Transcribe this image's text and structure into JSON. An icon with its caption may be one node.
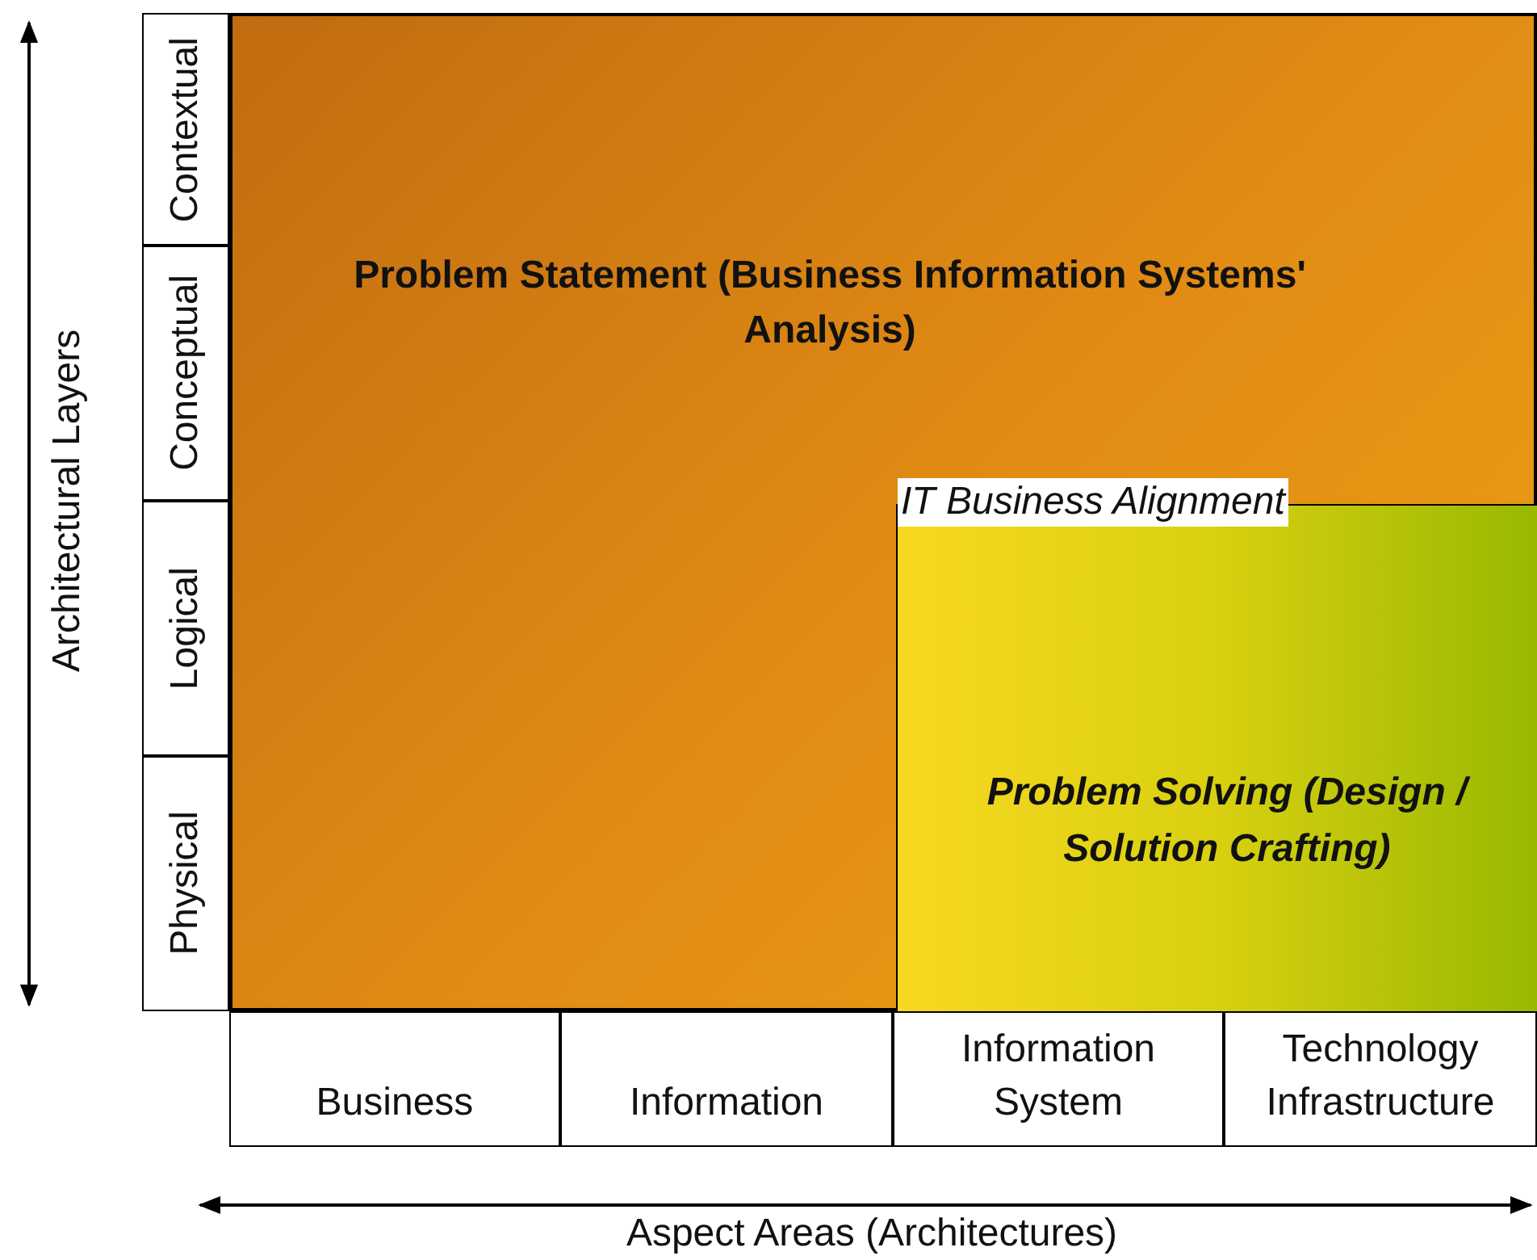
{
  "diagram": {
    "nodes": [
      {
        "text": [
          "Problem Statement (Business Information Systems' Analysis)"
        ]
      },
      {
        "text": [
          "IT Business Alignment",
          "Problem Solving (Design / Solution Crafting)"
        ],
        "in": 0
      },
      {
        "text": [
          "Contextual"
        ]
      },
      {
        "text": [
          "Conceptual"
        ]
      },
      {
        "text": [
          "Logical"
        ]
      },
      {
        "text": [
          "Physical"
        ]
      },
      {
        "text": [
          "Business"
        ]
      },
      {
        "text": [
          "Information"
        ]
      },
      {
        "text": [
          "Information System"
        ]
      },
      {
        "text": [
          "Technology Infrastructure"
        ]
      }
    ],
    "labels": [
      "Architectural Layers",
      "Aspect Areas (Architectures)"
    ]
  }
}
